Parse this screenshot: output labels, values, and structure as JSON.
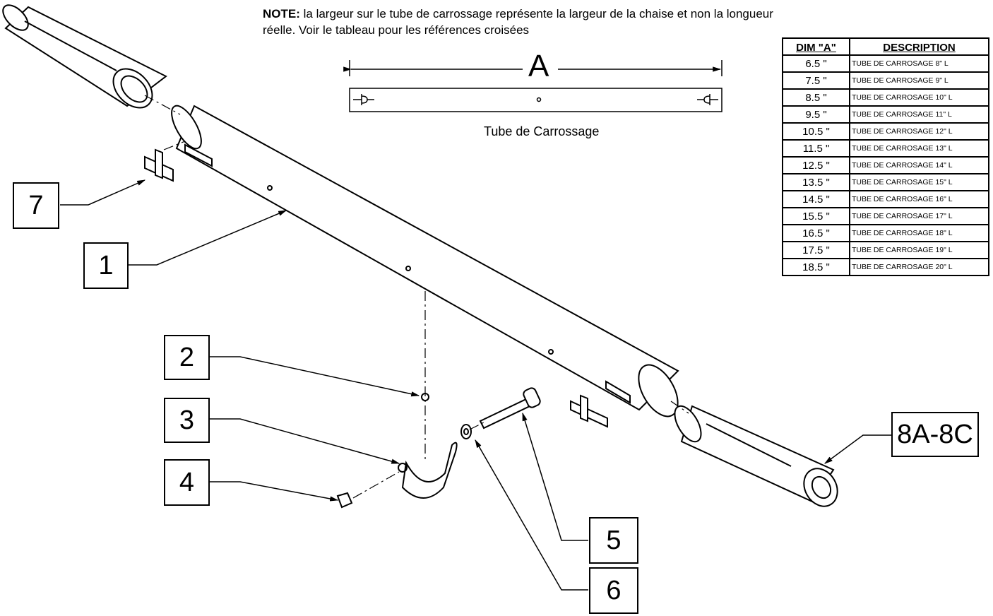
{
  "note": {
    "prefix": "NOTE:",
    "text": " la largeur sur le tube de carrossage représente la largeur de la chaise et non la longueur réelle. Voir le tableau pour les références croisées"
  },
  "dimension_label": "A",
  "tube_caption": "Tube de Carrossage",
  "callouts": [
    "1",
    "2",
    "3",
    "4",
    "5",
    "6",
    "7",
    "8A-8C"
  ],
  "table": {
    "headers": [
      "DIM \"A\"",
      "DESCRIPTION"
    ],
    "rows": [
      [
        "6.5 \"",
        "TUBE DE CARROSAGE 8\" L"
      ],
      [
        "7.5 \"",
        "TUBE DE CARROSAGE 9\" L"
      ],
      [
        "8.5 \"",
        "TUBE DE CARROSAGE 10\" L"
      ],
      [
        "9.5 \"",
        "TUBE DE CARROSAGE 11\" L"
      ],
      [
        "10.5 \"",
        "TUBE DE CARROSAGE 12\" L"
      ],
      [
        "11.5 \"",
        "TUBE DE CARROSAGE 13\" L"
      ],
      [
        "12.5 \"",
        "TUBE DE CARROSAGE 14\" L"
      ],
      [
        "13.5 \"",
        "TUBE DE CARROSAGE 15\" L"
      ],
      [
        "14.5 \"",
        "TUBE DE CARROSAGE 16\" L"
      ],
      [
        "15.5 \"",
        "TUBE DE CARROSAGE 17\" L"
      ],
      [
        "16.5 \"",
        "TUBE DE CARROSAGE 18\" L"
      ],
      [
        "17.5 \"",
        "TUBE DE CARROSAGE 19\" L"
      ],
      [
        "18.5 \"",
        "TUBE DE CARROSAGE 20\" L"
      ]
    ]
  }
}
